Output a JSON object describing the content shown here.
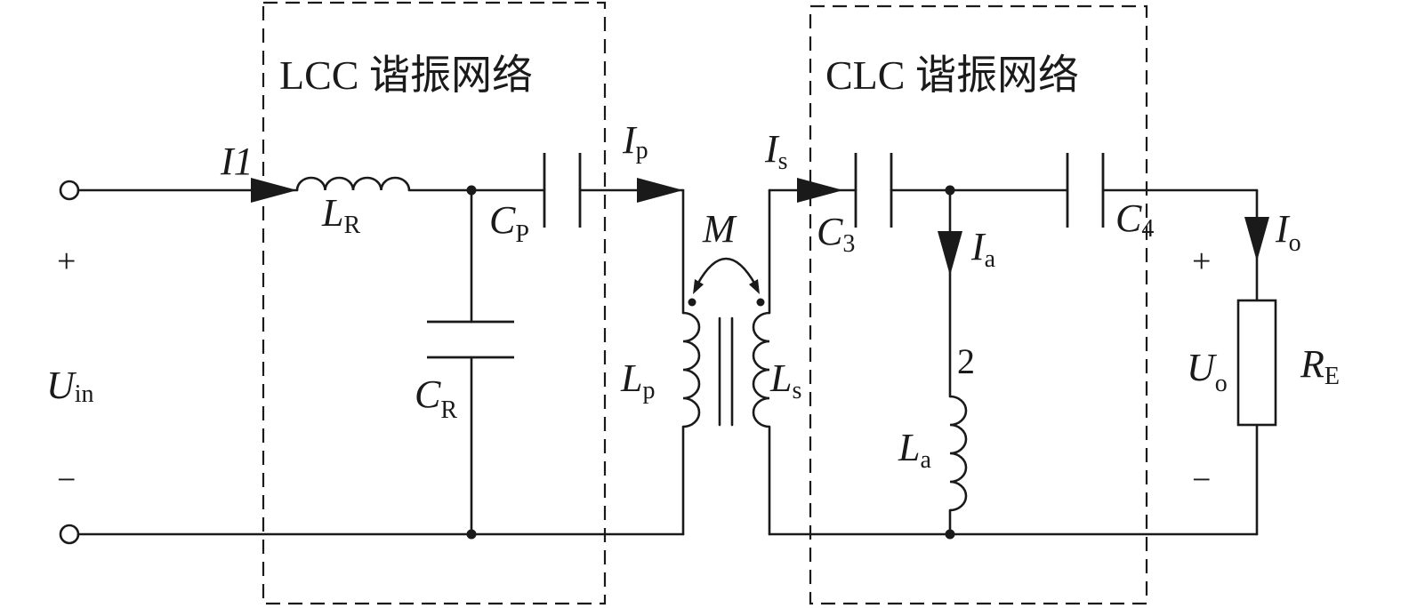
{
  "blocks": {
    "lcc_title": "LCC 谐振网络",
    "clc_title": "CLC 谐振网络"
  },
  "labels": {
    "i1": {
      "main": "I1",
      "sub": ""
    },
    "lr": {
      "main": "L",
      "sub": "R"
    },
    "cr": {
      "main": "C",
      "sub": "R"
    },
    "cp": {
      "main": "C",
      "sub": "P"
    },
    "ip": {
      "main": "I",
      "sub": "p"
    },
    "m": {
      "main": "M",
      "sub": ""
    },
    "lp": {
      "main": "L",
      "sub": "p"
    },
    "ls": {
      "main": "L",
      "sub": "s"
    },
    "is": {
      "main": "I",
      "sub": "s"
    },
    "c3": {
      "main": "C",
      "sub": "3"
    },
    "ia": {
      "main": "I",
      "sub": "a"
    },
    "two": "2",
    "la": {
      "main": "L",
      "sub": "a"
    },
    "c4": {
      "main": "C",
      "sub": "4"
    },
    "io": {
      "main": "I",
      "sub": "o"
    },
    "uo": {
      "main": "U",
      "sub": "o"
    },
    "re": {
      "main": "R",
      "sub": "E"
    },
    "uin": {
      "main": "U",
      "sub": "in"
    }
  },
  "signs": {
    "plus": "+",
    "minus": "−"
  }
}
